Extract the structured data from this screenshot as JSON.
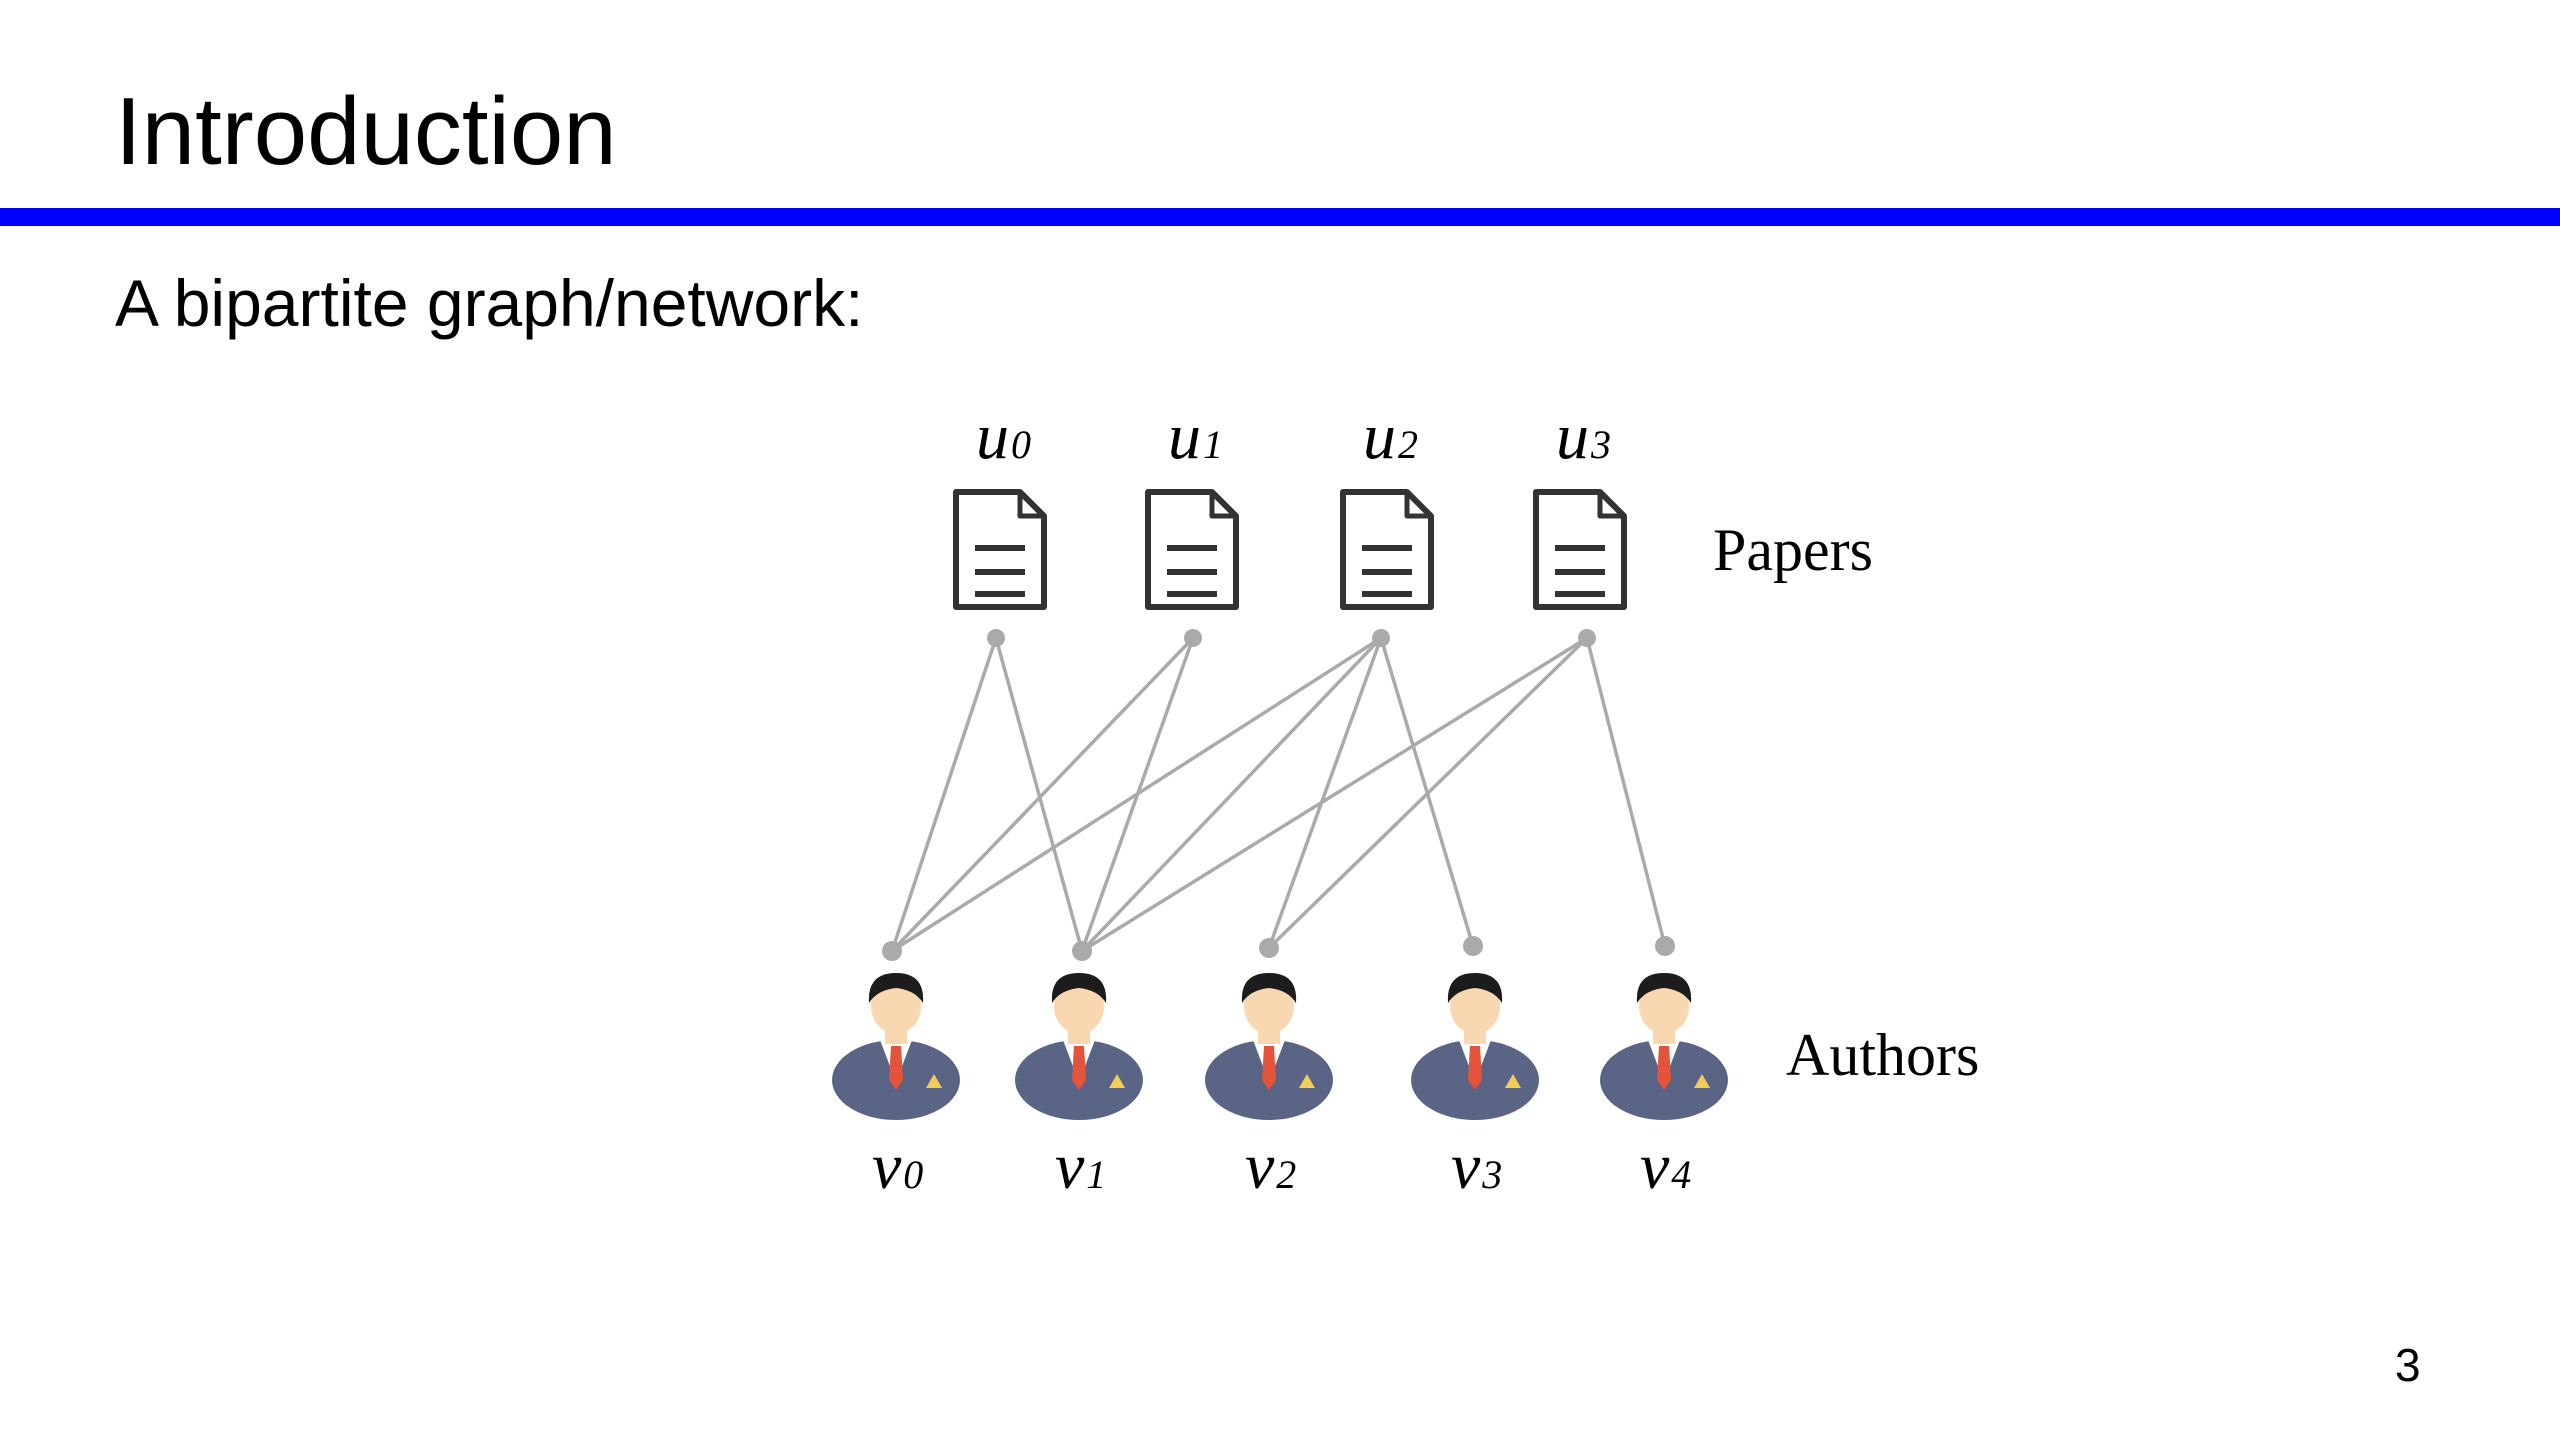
{
  "slide": {
    "title": "Introduction",
    "subtitle": "A bipartite graph/network:",
    "page_number": "3"
  },
  "graph": {
    "top_group_label": "Papers",
    "bottom_group_label": "Authors",
    "papers": [
      {
        "id": "u0",
        "base": "u",
        "sub": "0"
      },
      {
        "id": "u1",
        "base": "u",
        "sub": "1"
      },
      {
        "id": "u2",
        "base": "u",
        "sub": "2"
      },
      {
        "id": "u3",
        "base": "u",
        "sub": "3"
      }
    ],
    "authors": [
      {
        "id": "v0",
        "base": "v",
        "sub": "0"
      },
      {
        "id": "v1",
        "base": "v",
        "sub": "1"
      },
      {
        "id": "v2",
        "base": "v",
        "sub": "2"
      },
      {
        "id": "v3",
        "base": "v",
        "sub": "3"
      },
      {
        "id": "v4",
        "base": "v",
        "sub": "4"
      }
    ],
    "edges": [
      [
        "u0",
        "v0"
      ],
      [
        "u0",
        "v1"
      ],
      [
        "u1",
        "v0"
      ],
      [
        "u1",
        "v1"
      ],
      [
        "u2",
        "v0"
      ],
      [
        "u2",
        "v1"
      ],
      [
        "u2",
        "v2"
      ],
      [
        "u2",
        "v3"
      ],
      [
        "u3",
        "v1"
      ],
      [
        "u3",
        "v2"
      ],
      [
        "u3",
        "v4"
      ]
    ],
    "colors": {
      "edge": "#aaaaaa",
      "node_dot": "#aaaaaa",
      "document_stroke": "#333333",
      "suit": "#5a6585",
      "skin": "#f9d7b1",
      "hair": "#1c1c1c",
      "tie": "#e4533c",
      "badge": "#f3cc5a"
    }
  }
}
